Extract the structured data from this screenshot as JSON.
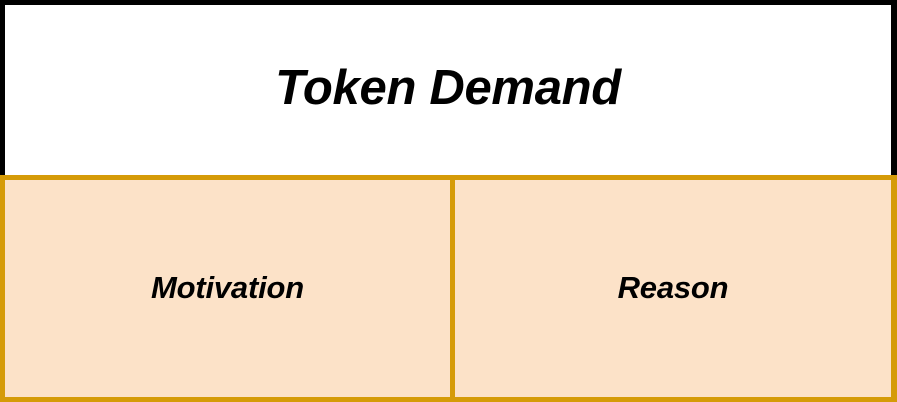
{
  "diagram": {
    "kind": "hierarchy-block-diagram",
    "header": {
      "title": "Token Demand"
    },
    "children": [
      {
        "label": "Motivation"
      },
      {
        "label": "Reason"
      }
    ],
    "colors": {
      "header_background": "#ffffff",
      "header_border": "#000000",
      "cell_background": "#fce2c8",
      "cell_border": "#d59b08",
      "text": "#000000"
    }
  }
}
